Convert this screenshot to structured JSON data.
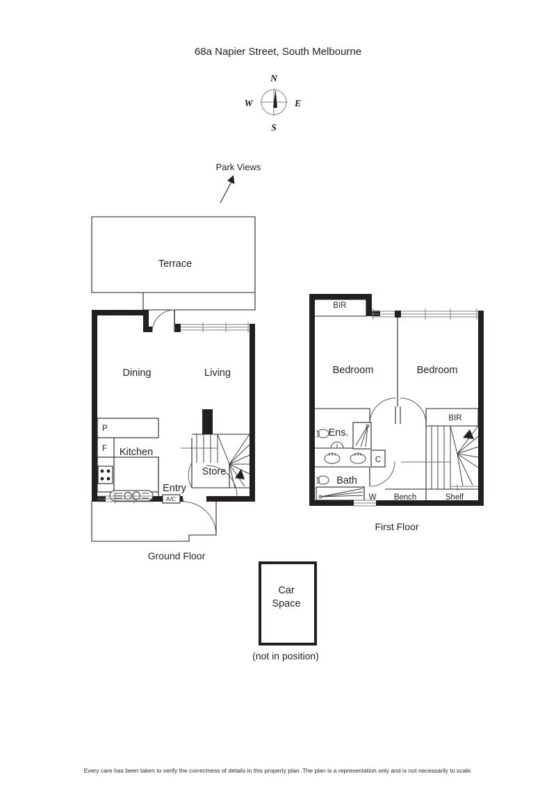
{
  "document": {
    "title": "68a Napier Street, South Melbourne",
    "disclaimer": "Every care has been taken to verify the correctness of details in this property plan. The plan is a representation only and is not necessarily to scale.",
    "background_color": "#ffffff",
    "ink_color": "#231f20"
  },
  "compass": {
    "name": "compass-rose",
    "north": "N",
    "south": "S",
    "east": "E",
    "west": "W"
  },
  "annotations": {
    "park_views": "Park Views",
    "not_in_position": "(not in position)"
  },
  "floors": [
    {
      "id": "ground",
      "label": "Ground Floor",
      "rooms": [
        {
          "key": "terrace",
          "label": "Terrace"
        },
        {
          "key": "dining",
          "label": "Dining"
        },
        {
          "key": "living",
          "label": "Living"
        },
        {
          "key": "kitchen",
          "label": "Kitchen"
        },
        {
          "key": "store",
          "label": "Store"
        },
        {
          "key": "entry",
          "label": "Entry"
        }
      ],
      "fixtures": [
        {
          "key": "pantry",
          "label": "P"
        },
        {
          "key": "fridge",
          "label": "F"
        },
        {
          "key": "air-conditioner",
          "label": "A/C"
        },
        {
          "key": "cooktop",
          "label": ""
        },
        {
          "key": "sink",
          "label": ""
        },
        {
          "key": "stairs-down",
          "label": ""
        }
      ]
    },
    {
      "id": "first",
      "label": "First Floor",
      "rooms": [
        {
          "key": "bedroom-1",
          "label": "Bedroom"
        },
        {
          "key": "bedroom-2",
          "label": "Bedroom"
        },
        {
          "key": "ensuite",
          "label": "Ens."
        },
        {
          "key": "bathroom",
          "label": "Bath"
        }
      ],
      "fixtures": [
        {
          "key": "bir-left",
          "label": "BIR"
        },
        {
          "key": "bir-right",
          "label": "BIR"
        },
        {
          "key": "cupboard",
          "label": "C"
        },
        {
          "key": "shelf",
          "label": "Shelf"
        },
        {
          "key": "bench",
          "label": "Bench"
        },
        {
          "key": "wardrobe-w",
          "label": "W"
        },
        {
          "key": "stairs-up",
          "label": ""
        }
      ]
    },
    {
      "id": "carspace",
      "label": "",
      "rooms": [
        {
          "key": "car-space",
          "label": "Car\nSpace",
          "line1": "Car",
          "line2": "Space"
        }
      ],
      "fixtures": []
    }
  ]
}
